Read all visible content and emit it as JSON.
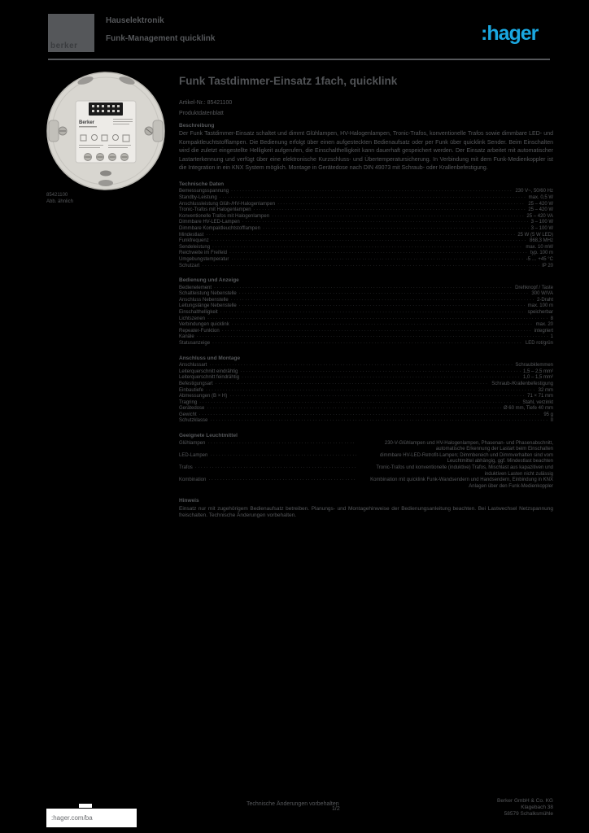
{
  "header": {
    "brand": "berker",
    "family_line1": "Hauselektronik",
    "family_line2": "Funk-Management quicklink",
    "logo_text": ":hager",
    "logo_color": "#1aa7e0"
  },
  "photo": {
    "brand_label": "Berker",
    "caption_line1": "85421100",
    "caption_line2": "Abb. ähnlich"
  },
  "main": {
    "title": "Funk Tastdimmer-Einsatz 1fach, quicklink",
    "subtitle_line1": "Artikel-Nr.: 85421100",
    "subtitle_line2": "Produktdatenblatt",
    "description_header": "Beschreibung",
    "description": "Der Funk Tastdimmer-Einsatz schaltet und dimmt Glühlampen, HV-Halogenlampen, Tronic-Trafos, konventionelle Trafos sowie dimmbare LED- und Kompaktleuchtstofflampen. Die Bedienung erfolgt über einen aufgesteckten Bedienaufsatz oder per Funk über quicklink Sender. Beim Einschalten wird die zuletzt eingestellte Helligkeit aufgerufen, die Einschalthelligkeit kann dauerhaft gespeichert werden. Der Einsatz arbeitet mit automatischer Lastarterkennung und verfügt über eine elektronische Kurzschluss- und Übertemperatursicherung. In Verbindung mit dem Funk-Medienkoppler ist die Integration in ein KNX System möglich. Montage in Gerätedose nach DIN 49073 mit Schraub- oder Krallenbefestigung.",
    "sections": [
      {
        "id": "technische-daten",
        "header": "Technische Daten",
        "rows": [
          {
            "label": "Bemessungsspannung",
            "value": "230 V~, 50/60 Hz"
          },
          {
            "label": "Standby-Leistung",
            "value": "max. 0,5 W"
          },
          {
            "label": "Anschlussleistung Glüh-/HV-Halogenlampen",
            "value": "25 – 420 W"
          },
          {
            "label": "Tronic-Trafos mit Halogenlampen",
            "value": "25 – 420 W"
          },
          {
            "label": "Konventionelle Trafos mit Halogenlampen",
            "value": "25 – 420 VA"
          },
          {
            "label": "Dimmbare HV-LED-Lampen",
            "value": "3 – 100 W"
          },
          {
            "label": "Dimmbare Kompaktleuchtstofflampen",
            "value": "3 – 100 W"
          },
          {
            "label": "Mindestlast",
            "value": "25 W (5 W LED)"
          },
          {
            "label": "Funkfrequenz",
            "value": "868,3 MHz"
          },
          {
            "label": "Sendeleistung",
            "value": "max. 10 mW"
          },
          {
            "label": "Reichweite im Freifeld",
            "value": "typ. 100 m"
          },
          {
            "label": "Umgebungstemperatur",
            "value": "-5 … +45 °C"
          },
          {
            "label": "Schutzart",
            "value": "IP 20"
          }
        ]
      },
      {
        "id": "bedienung-anzeige",
        "header": "Bedienung und Anzeige",
        "rows": [
          {
            "label": "Bedienelement",
            "value": "Drehknopf / Taste"
          },
          {
            "label": "Schaltleistung Nebenstelle",
            "value": "300 W/VA"
          },
          {
            "label": "Anschluss Nebenstelle",
            "value": "2-Draht"
          },
          {
            "label": "Leitungslänge Nebenstelle",
            "value": "max. 100 m"
          },
          {
            "label": "Einschalthelligkeit",
            "value": "speicherbar"
          },
          {
            "label": "Lichtszenen",
            "value": "8"
          },
          {
            "label": "Verbindungen quicklink",
            "value": "max. 20"
          },
          {
            "label": "Repeater-Funktion",
            "value": "integriert"
          },
          {
            "label": "Kanäle",
            "value": "1"
          },
          {
            "label": "Statusanzeige",
            "value": "LED rot/grün"
          }
        ]
      },
      {
        "id": "anschluss-montage",
        "header": "Anschluss und Montage",
        "rows": [
          {
            "label": "Anschlussart",
            "value": "Schraubklemmen"
          },
          {
            "label": "Leiterquerschnitt eindrähtig",
            "value": "1,5 – 2,5 mm²"
          },
          {
            "label": "Leiterquerschnitt feindrähtig",
            "value": "1,0 – 1,5 mm²"
          },
          {
            "label": "Befestigungsart",
            "value": "Schraub-/Krallenbefestigung"
          },
          {
            "label": "Einbautiefe",
            "value": "32 mm"
          },
          {
            "label": "Abmessungen (B × H)",
            "value": "71 × 71 mm"
          },
          {
            "label": "Tragring",
            "value": "Stahl, verzinkt"
          },
          {
            "label": "Gerätedose",
            "value": "Ø 60 mm, Tiefe 40 mm"
          },
          {
            "label": "Gewicht",
            "value": "95 g"
          },
          {
            "label": "Schutzklasse",
            "value": "II"
          }
        ]
      },
      {
        "id": "leuchtmittel",
        "header": "Geeignete Leuchtmittel",
        "wide": true,
        "rows": [
          {
            "label": "Glühlampen",
            "value": "230-V-Glühlampen und HV-Halogenlampen, Phasenan- und Phasenabschnitt, automatische Erkennung der Lastart beim Einschalten"
          },
          {
            "label": "LED-Lampen",
            "value": "dimmbare HV-LED-Retrofit-Lampen; Dimmbereich und Dimmverhalten sind vom Leuchtmittel abhängig, ggf. Mindestlast beachten"
          },
          {
            "label": "Trafos",
            "value": "Tronic-Trafos und konventionelle (induktive) Trafos, Mischlast aus kapazitiven und induktiven Lasten nicht zulässig"
          },
          {
            "label": "Kombination",
            "value": "Kombination mit quicklink Funk-Wandsendern und Handsendern, Einbindung in KNX Anlagen über den Funk-Medienkoppler"
          }
        ]
      },
      {
        "id": "hinweis",
        "header": "Hinweis",
        "paragraph": "Einsatz nur mit zugehörigem Bedienaufsatz betreiben. Planungs- und Montagehinweise der Bedienungsanleitung beachten. Bei Lastwechsel Netzspannung freischalten. Technische Änderungen vorbehalten."
      }
    ]
  },
  "footer": {
    "chip_link": ":hager.com/ba",
    "center_note": "Technische Änderungen vorbehalten",
    "page_indicator": "1/2",
    "right_line1": "Berker GmbH & Co. KG",
    "right_line2": "Klagebach 38",
    "right_line3": "58579 Schalksmühle"
  }
}
